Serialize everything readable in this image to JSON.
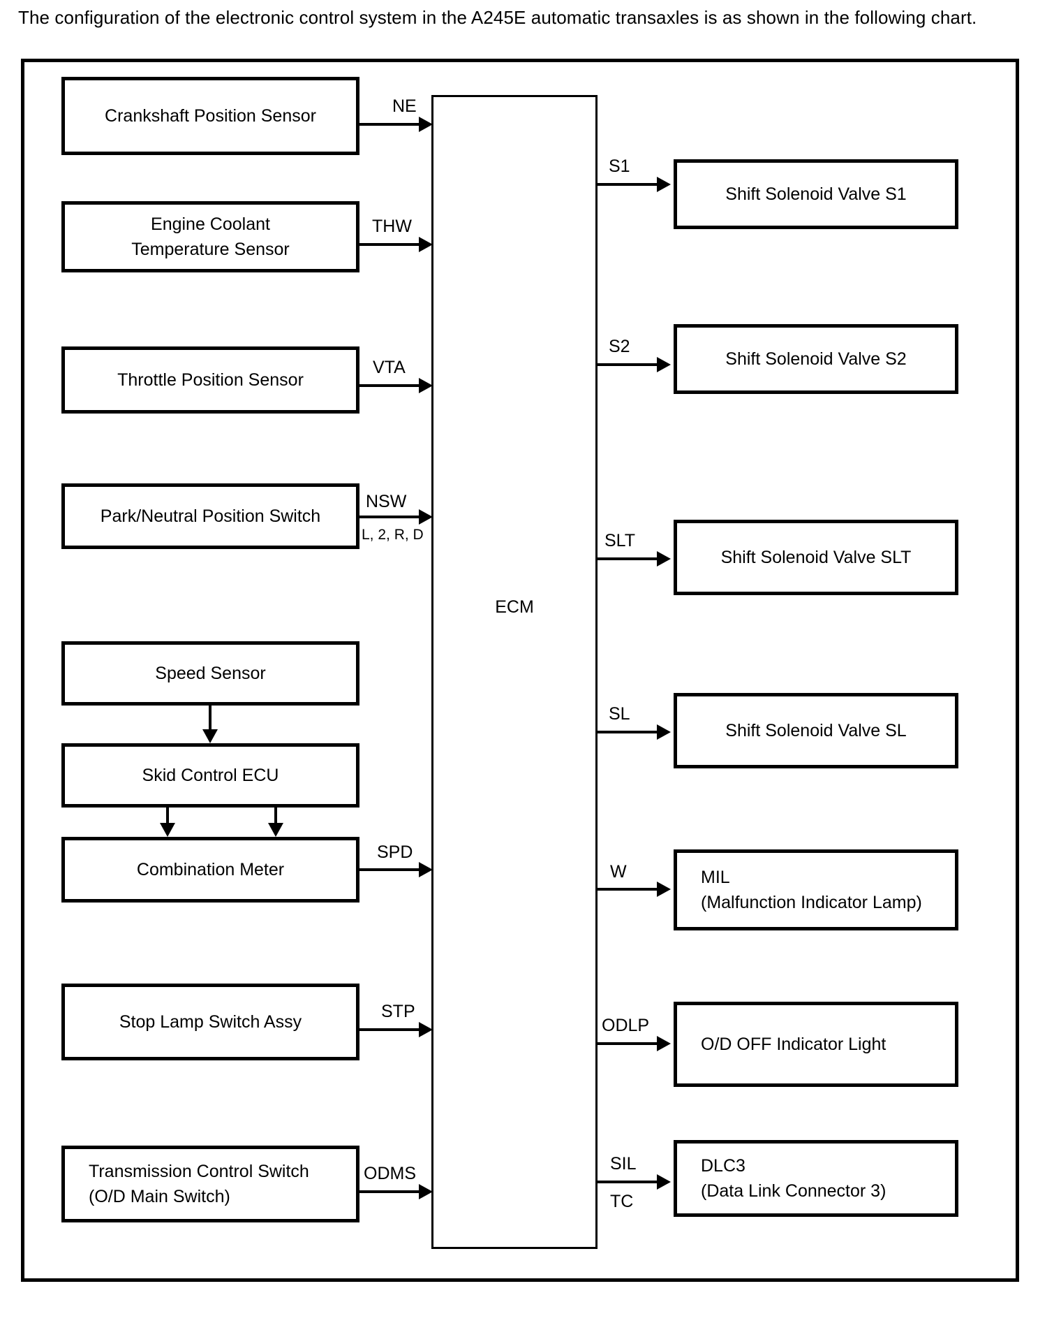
{
  "caption": "The configuration of the electronic control system in the A245E automatic transaxles is as shown in the following chart.",
  "diagram": {
    "controller": {
      "label": "ECM"
    },
    "inputs": [
      {
        "name": "crankshaft-position-sensor",
        "label": "Crankshaft Position Sensor",
        "signal": "NE",
        "signal_sub": ""
      },
      {
        "name": "engine-coolant-temperature-sensor",
        "label_line1": "Engine Coolant",
        "label_line2": "Temperature Sensor",
        "signal": "THW",
        "signal_sub": ""
      },
      {
        "name": "throttle-position-sensor",
        "label": "Throttle Position Sensor",
        "signal": "VTA",
        "signal_sub": ""
      },
      {
        "name": "park-neutral-position-switch",
        "label": "Park/Neutral Position Switch",
        "signal": "NSW",
        "signal_sub": "L, 2, R, D"
      },
      {
        "name": "speed-sensor",
        "label": "Speed Sensor",
        "signal": "",
        "signal_sub": ""
      },
      {
        "name": "skid-control-ecu",
        "label": "Skid Control ECU",
        "signal": "",
        "signal_sub": ""
      },
      {
        "name": "combination-meter",
        "label": "Combination Meter",
        "signal": "SPD",
        "signal_sub": ""
      },
      {
        "name": "stop-lamp-switch-assy",
        "label": "Stop Lamp Switch Assy",
        "signal": "STP",
        "signal_sub": ""
      },
      {
        "name": "transmission-control-switch",
        "label_line1": "Transmission Control Switch",
        "label_line2": "(O/D Main Switch)",
        "signal": "ODMS",
        "signal_sub": ""
      }
    ],
    "outputs": [
      {
        "name": "shift-solenoid-valve-s1",
        "label": "Shift Solenoid Valve S1",
        "signal": "S1",
        "signal_sub": ""
      },
      {
        "name": "shift-solenoid-valve-s2",
        "label": "Shift Solenoid Valve S2",
        "signal": "S2",
        "signal_sub": ""
      },
      {
        "name": "shift-solenoid-valve-slt",
        "label": "Shift Solenoid Valve SLT",
        "signal": "SLT",
        "signal_sub": ""
      },
      {
        "name": "shift-solenoid-valve-sl",
        "label": "Shift Solenoid Valve SL",
        "signal": "SL",
        "signal_sub": ""
      },
      {
        "name": "mil",
        "label_line1": "MIL",
        "label_line2": "(Malfunction Indicator Lamp)",
        "signal": "W",
        "signal_sub": ""
      },
      {
        "name": "od-off-indicator-light",
        "label": "O/D OFF Indicator Light",
        "signal": "ODLP",
        "signal_sub": ""
      },
      {
        "name": "dlc3",
        "label_line1": "DLC3",
        "label_line2": "(Data Link Connector 3)",
        "signal": "SIL",
        "signal_sub": "TC"
      }
    ]
  }
}
